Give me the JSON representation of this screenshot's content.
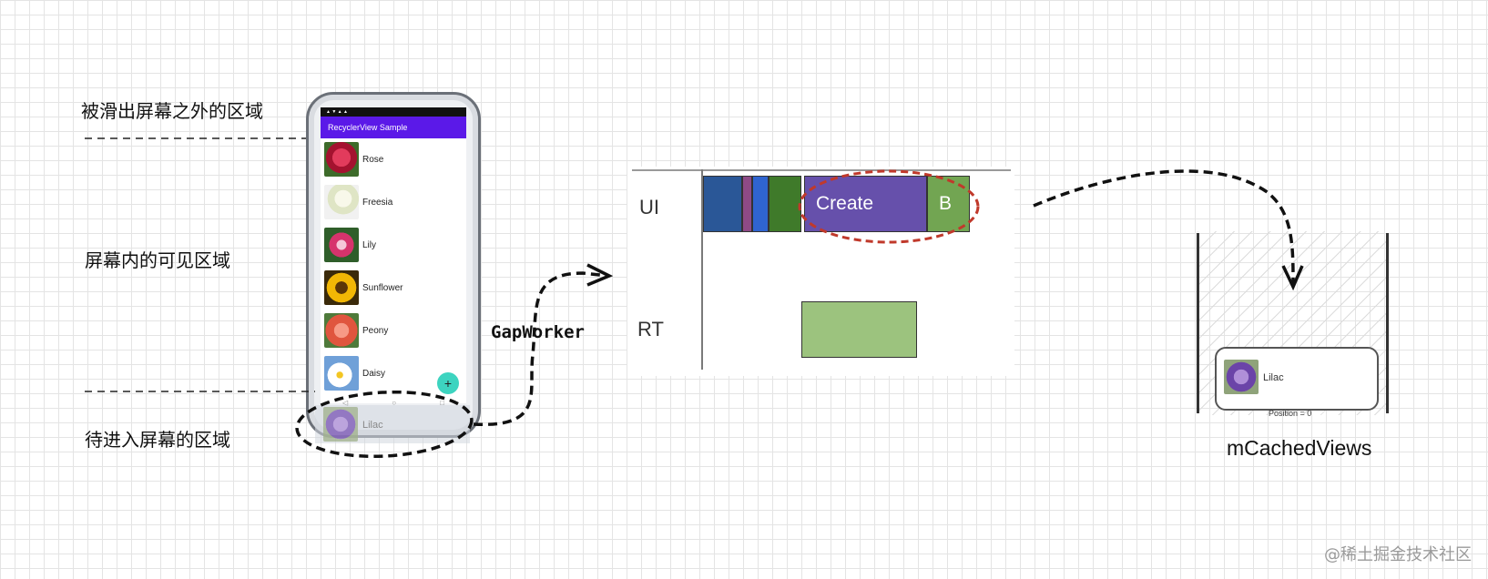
{
  "labels": {
    "offscreen": "被滑出屏幕之外的区域",
    "visible": "屏幕内的可见区域",
    "pending": "待进入屏幕的区域"
  },
  "phone": {
    "app_title": "RecyclerView Sample",
    "items": [
      "Rose",
      "Freesia",
      "Lily",
      "Sunflower",
      "Peony",
      "Daisy"
    ],
    "next_item": "Lilac",
    "fab": "+"
  },
  "gapworker": "GapWorker",
  "timeline": {
    "rows": [
      "UI",
      "RT"
    ],
    "create": "Create",
    "b": "B"
  },
  "cache": {
    "item": "Lilac",
    "position": "Position = 0",
    "title": "mCachedViews"
  },
  "watermark": "@稀土掘金技术社区"
}
